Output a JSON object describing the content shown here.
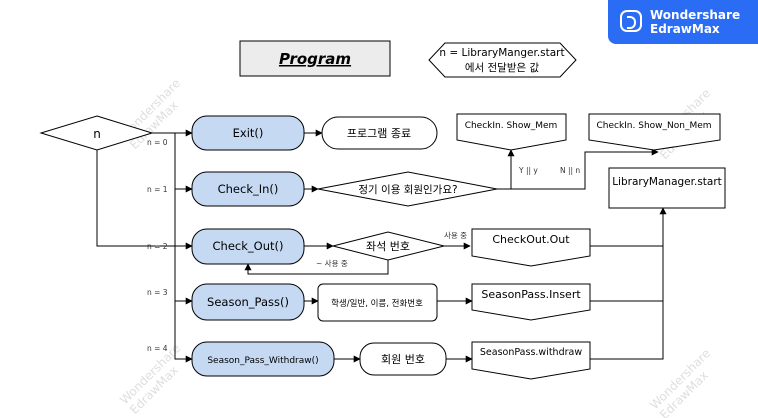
{
  "watermark": {
    "line1": "Wondershare",
    "line2": "EdrawMax"
  },
  "title": "Program",
  "note": {
    "line1": "n = LibraryManger.start",
    "line2": "에서 전달받은 값"
  },
  "decision_n": "n",
  "branches": [
    "n = 0",
    "n = 1",
    "n = 2",
    "n = 3",
    "n = 4"
  ],
  "processes": {
    "exit": "Exit()",
    "check_in": "Check_In()",
    "check_out": "Check_Out()",
    "season_pass": "Season_Pass()",
    "withdraw": "Season_Pass_Withdraw()"
  },
  "results": {
    "exit_end": "프로그램 종료",
    "membership_question": "정기 이용 회원인가요?",
    "seat_number": "좌석 번호",
    "student_info": "학생/일반, 이름, 전화번호",
    "member_number": "회원 번호"
  },
  "outputs": {
    "show_mem": "CheckIn. Show_Mem",
    "show_non_mem": "CheckIn. Show_Non_Mem",
    "library_start": "LibraryManager.start",
    "checkout_out": "CheckOut.Out",
    "seasonpass_insert": "SeasonPass.Insert",
    "seasonpass_withdraw": "SeasonPass.withdraw"
  },
  "edge_labels": {
    "yes": "Y || y",
    "no": "N || n",
    "in_use": "사용 중",
    "not_in_use": "~ 사용 중"
  },
  "colors": {
    "process_fill": "#c6d9f3",
    "brand": "#2a6df4",
    "title_fill": "#ececec"
  }
}
